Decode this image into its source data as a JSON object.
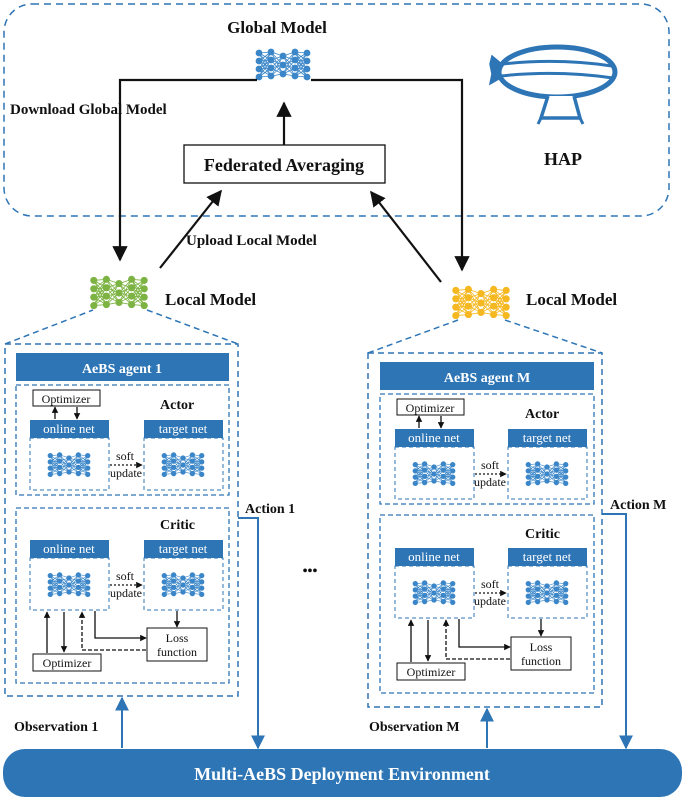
{
  "hap": {
    "global_model_label": "Global  Model",
    "federated_averaging_label": "Federated Averaging",
    "hap_label": "HAP"
  },
  "links": {
    "download_label": "Download Global Model",
    "upload_label": "Upload Local Model"
  },
  "local_models": [
    {
      "label": "Local Model",
      "color": "#7cb342"
    },
    {
      "label": "Local Model",
      "color": "#f6b820"
    }
  ],
  "agents": [
    {
      "title": "AeBS agent 1",
      "actor": {
        "title": "Actor",
        "online": "online net",
        "target": "target net",
        "soft": "soft",
        "update": "update",
        "optimizer": "Optimizer"
      },
      "critic": {
        "title": "Critic",
        "online": "online net",
        "target": "target net",
        "soft": "soft",
        "update": "update",
        "optimizer": "Optimizer",
        "loss_line1": "Loss",
        "loss_line2": "function"
      },
      "action_label": "Action 1",
      "observation_label": "Observation 1"
    },
    {
      "title": "AeBS agent M",
      "actor": {
        "title": "Actor",
        "online": "online net",
        "target": "target net",
        "soft": "soft",
        "update": "update",
        "optimizer": "Optimizer"
      },
      "critic": {
        "title": "Critic",
        "online": "online net",
        "target": "target net",
        "soft": "soft",
        "update": "update",
        "optimizer": "Optimizer",
        "loss_line1": "Loss",
        "loss_line2": "function"
      },
      "action_label": "Action M",
      "observation_label": "Observation M"
    }
  ],
  "ellipsis": "•••",
  "environment_label": "Multi-AeBS Deployment Environment",
  "colors": {
    "primary_blue": "#2e75b6",
    "node_blue": "#3a86c8",
    "local_green": "#7cb342",
    "local_yellow": "#f6b820"
  },
  "icons": [
    "neural-network-icon",
    "blimp-icon"
  ]
}
